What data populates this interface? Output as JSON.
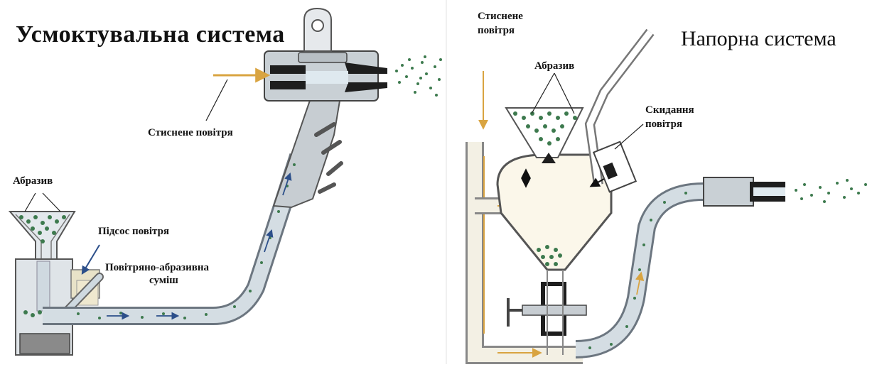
{
  "left_system": {
    "title": "Усмоктувальна система",
    "labels": {
      "compressed_air": "Стиснене повітря",
      "abrasive": "Абразив",
      "air_suction": "Підсос повітря",
      "mixture_line1": "Повітряно-абразивна",
      "mixture_line2": "суміш"
    }
  },
  "right_system": {
    "title": "Напорна система",
    "labels": {
      "compressed_air_line1": "Стиснене",
      "compressed_air_line2": "повітря",
      "abrasive": "Абразив",
      "air_release_line1": "Скидання",
      "air_release_line2": "повітря"
    }
  },
  "colors": {
    "pipe_fill": "#d4dde3",
    "pipe_stroke": "#6c7680",
    "abrasive_dots": "#3d7a4e",
    "air_arrow": "#d9a441",
    "flow_arrow": "#2c4f8a",
    "metal_dark": "#1e1e1e",
    "tank_fill": "#fbf7ea"
  }
}
